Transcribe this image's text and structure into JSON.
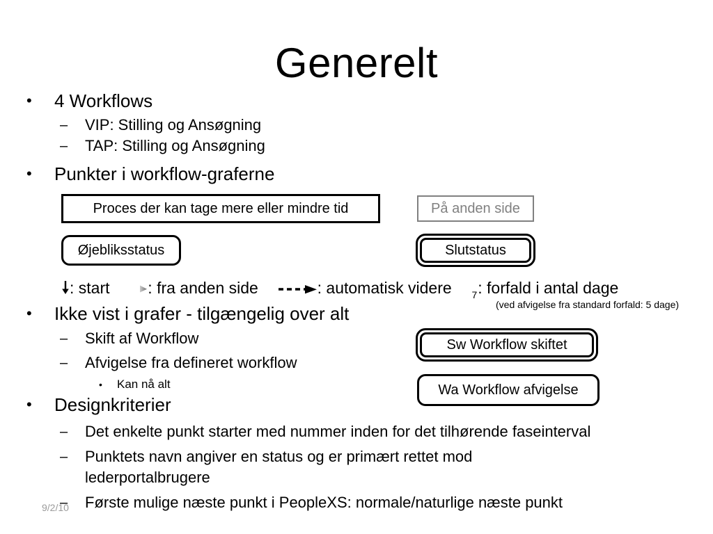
{
  "slide": {
    "title": "Generelt",
    "footer_date": "9/2/10"
  },
  "bullets": [
    {
      "level": 1,
      "marker": "•",
      "text": "4 Workflows"
    },
    {
      "level": 2,
      "marker": "–",
      "text": "VIP: Stilling og Ansøgning"
    },
    {
      "level": 2,
      "marker": "–",
      "text": "TAP: Stilling og Ansøgning"
    },
    {
      "level": 1,
      "marker": "•",
      "text": "Punkter i workflow-graferne"
    },
    {
      "level": 1,
      "marker": "•",
      "text": "Ikke vist i grafer - tilgængelig over alt"
    },
    {
      "level": 2,
      "marker": "–",
      "text": "Skift af Workflow"
    },
    {
      "level": 2,
      "marker": "–",
      "text": "Afvigelse fra defineret workflow"
    },
    {
      "level": 3,
      "marker": "•",
      "text": "Kan nå alt"
    },
    {
      "level": 1,
      "marker": "•",
      "text": "Designkriterier"
    },
    {
      "level": 2,
      "marker": "–",
      "text": "Det enkelte punkt starter med nummer inden for det tilhørende faseinterval"
    },
    {
      "level": 2,
      "marker": "–",
      "text": "Punktets navn angiver en status og er primært rettet mod lederportalbrugere"
    },
    {
      "level": 2,
      "marker": "–",
      "text": "Første mulige næste punkt i PeopleXS: normale/naturlige næste punkt"
    }
  ],
  "shapes": [
    {
      "id": "proces",
      "label": "Proces der kan tage mere eller mindre tid",
      "style": "square-black"
    },
    {
      "id": "paa-anden-side",
      "label": "På anden side",
      "style": "square-gray"
    },
    {
      "id": "ojebliksstatus",
      "label": "Øjebliksstatus",
      "style": "round-black"
    },
    {
      "id": "slutstatus",
      "label": "Slutstatus",
      "style": "round-double-black"
    },
    {
      "id": "sw-workflow-skiftet",
      "label": "Sw Workflow skiftet",
      "style": "round-double-black"
    },
    {
      "id": "wa-workflow-afvigelse",
      "label": "Wa Workflow afvigelse",
      "style": "round-black"
    }
  ],
  "legend": {
    "start_label": ": start",
    "from_other_page_label": ": fra anden side",
    "auto_next_label": ": automatisk videre",
    "due_days_subscript": "7",
    "due_days_label": ": forfald i antal dage",
    "note": "(ved afvigelse fra standard forfald: 5 dage)",
    "icons": {
      "start": "arrow-down-icon",
      "from_other_page": "arrow-right-gray-icon",
      "auto_next": "arrow-dashed-right-icon"
    }
  },
  "colors": {
    "text": "#000000",
    "muted": "#808080",
    "footer": "#9a9a9a",
    "background": "#ffffff"
  }
}
